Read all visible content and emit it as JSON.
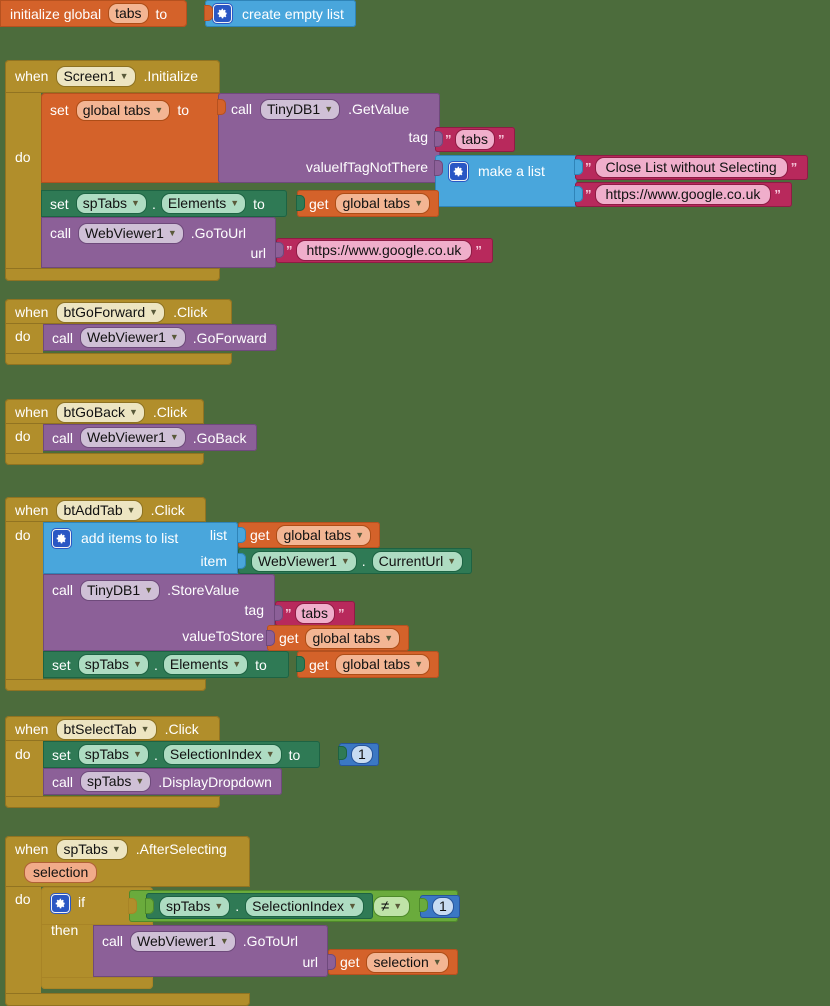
{
  "editor": {
    "name": "MIT App Inventor Blocks Editor",
    "background_color": "#4c6c3c"
  },
  "colors": {
    "variable": "#d4622a",
    "control": "#b18e2b",
    "list": "#49a6dc",
    "text": "#b8295c",
    "component_call": "#8c6098",
    "component_setget": "#2f7a55",
    "math": "#3b78c4",
    "logic_compare": "#6aab3c"
  },
  "words": {
    "when": "when",
    "do": "do",
    "then": "then",
    "if": "if",
    "set": "set",
    "get": "get",
    "call": "call",
    "to": "to",
    "dot": ".",
    "quote": "”"
  },
  "blocks": {
    "init_global": {
      "label": "initialize global",
      "name": "tabs",
      "to": "to",
      "value": "create empty list",
      "gear": "mutator-gear-icon"
    },
    "screen_init": {
      "event_component": "Screen1",
      "event_name": ".Initialize",
      "do": "do",
      "statements": {
        "set_global_tabs": {
          "set": "set",
          "target": "global tabs",
          "to": "to"
        },
        "tinydb_getvalue": {
          "call": "call",
          "component": "TinyDB1",
          "method": ".GetValue",
          "arg_tag_label": "tag",
          "arg_tag_value": "tabs",
          "arg_notthere_label": "valueIfTagNotThere",
          "make_a_list": "make a list",
          "list_items": [
            "Close List without Selecting",
            "https://www.google.co.uk"
          ]
        },
        "set_sptabs_elements": {
          "set": "set",
          "component": "spTabs",
          "property": "Elements",
          "to": "to",
          "get": "get",
          "value": "global tabs"
        },
        "webviewer_gotourl": {
          "call": "call",
          "component": "WebViewer1",
          "method": ".GoToUrl",
          "arg_label": "url",
          "arg_value": "https://www.google.co.uk"
        }
      }
    },
    "goforward_click": {
      "event_component": "btGoForward",
      "event_name": ".Click",
      "do": "do",
      "call": "call",
      "component": "WebViewer1",
      "method": ".GoForward"
    },
    "goback_click": {
      "event_component": "btGoBack",
      "event_name": ".Click",
      "do": "do",
      "call": "call",
      "component": "WebViewer1",
      "method": ".GoBack"
    },
    "addtab_click": {
      "event_component": "btAddTab",
      "event_name": ".Click",
      "do": "do",
      "add_items": {
        "label": "add items to list",
        "gear": "mutator-gear-icon",
        "arg_list_label": "list",
        "arg_list_get": "get",
        "arg_list_value": "global tabs",
        "arg_item_label": "item",
        "arg_item_component": "WebViewer1",
        "arg_item_property": "CurrentUrl"
      },
      "store_value": {
        "call": "call",
        "component": "TinyDB1",
        "method": ".StoreValue",
        "arg_tag_label": "tag",
        "arg_tag_value": "tabs",
        "arg_value_label": "valueToStore",
        "arg_value_get": "get",
        "arg_value_value": "global tabs"
      },
      "set_elements": {
        "set": "set",
        "component": "spTabs",
        "property": "Elements",
        "to": "to",
        "get": "get",
        "value": "global tabs"
      }
    },
    "selecttab_click": {
      "event_component": "btSelectTab",
      "event_name": ".Click",
      "do": "do",
      "set_index": {
        "set": "set",
        "component": "spTabs",
        "property": "SelectionIndex",
        "to": "to",
        "number": "1"
      },
      "display_dropdown": {
        "call": "call",
        "component": "spTabs",
        "method": ".DisplayDropdown"
      }
    },
    "afterselecting": {
      "event_component": "spTabs",
      "event_name": ".AfterSelecting",
      "parameter": "selection",
      "do": "do",
      "if": "if",
      "then": "then",
      "gear": "mutator-gear-icon",
      "condition": {
        "component": "spTabs",
        "property": "SelectionIndex",
        "operator": "≠",
        "number": "1"
      },
      "action": {
        "call": "call",
        "component": "WebViewer1",
        "method": ".GoToUrl",
        "arg_label": "url",
        "arg_get": "get",
        "arg_value": "selection"
      }
    }
  }
}
